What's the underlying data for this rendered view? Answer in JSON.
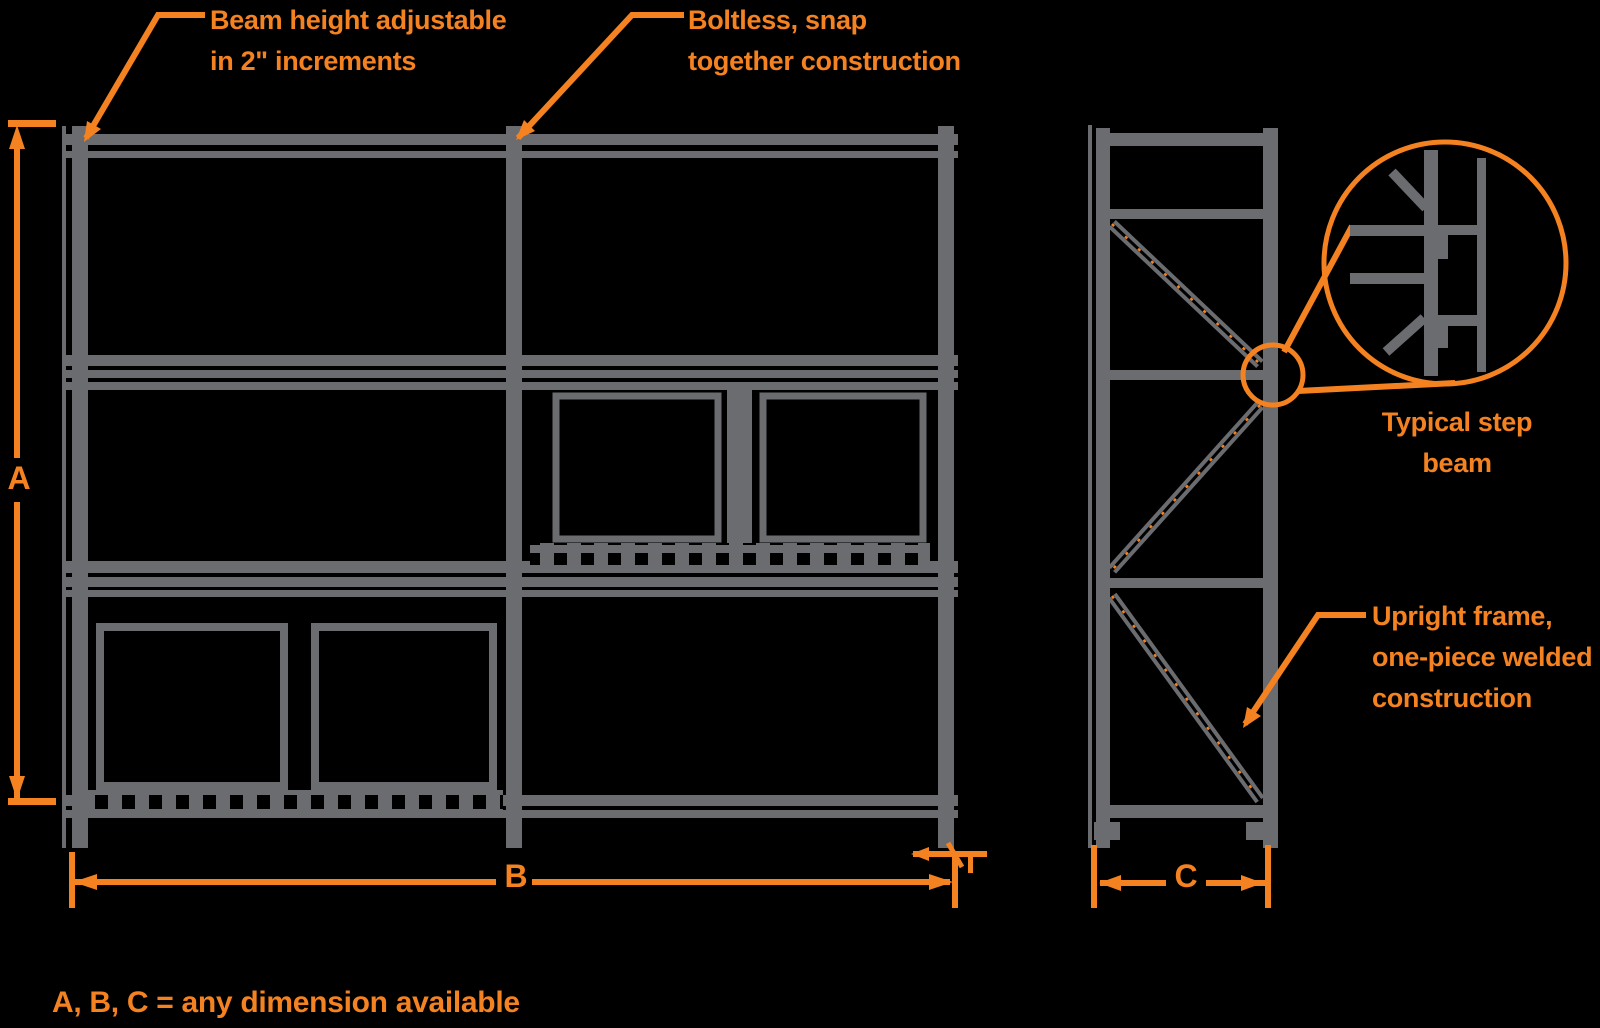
{
  "colors": {
    "orange": "#F58220",
    "gray": "#6A6C6F",
    "background": "#000000"
  },
  "annotations": {
    "beam_height": {
      "line1": "Beam height adjustable",
      "line2": "in 2\" increments"
    },
    "boltless": {
      "line1": "Boltless, snap",
      "line2": "together construction"
    },
    "step_beam": {
      "line1": "Typical step",
      "line2": "beam"
    },
    "upright_frame": {
      "line1": "Upright frame,",
      "line2": "one-piece welded",
      "line3": "construction"
    },
    "footnote": "A, B, C = any dimension available"
  },
  "dimension_labels": {
    "height": "A",
    "width": "B",
    "depth": "C"
  }
}
